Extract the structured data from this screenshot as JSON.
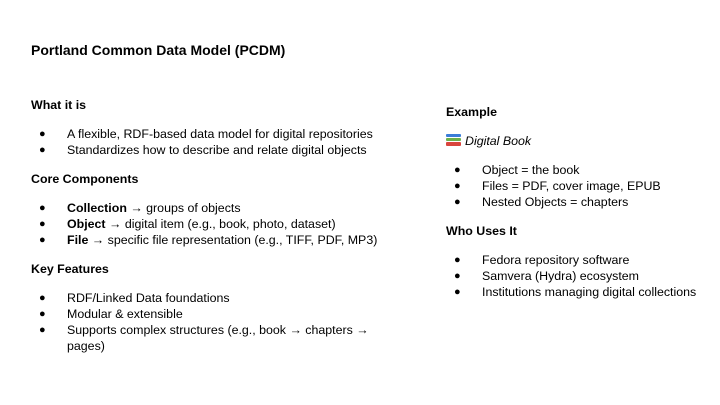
{
  "title": "Portland Common Data Model (PCDM)",
  "left": {
    "what": {
      "heading": "What it is",
      "items": [
        "A flexible, RDF-based data model for digital repositories",
        "Standardizes how to describe and relate digital objects"
      ]
    },
    "core": {
      "heading": "Core Components",
      "items": [
        {
          "term": "Collection",
          "desc": " → groups of objects"
        },
        {
          "term": "Object",
          "desc": " → digital item (e.g., book, photo, dataset)"
        },
        {
          "term": "File",
          "desc": " → specific file representation (e.g., TIFF, PDF, MP3)"
        }
      ]
    },
    "features": {
      "heading": "Key Features",
      "items": [
        "RDF/Linked Data foundations",
        "Modular & extensible",
        "Supports complex structures (e.g., book → chapters → pages)"
      ]
    }
  },
  "right": {
    "example": {
      "heading": "Example",
      "icon": "books-icon",
      "label": "Digital Book",
      "items": [
        "Object = the book",
        "Files = PDF, cover image, EPUB",
        "Nested Objects = chapters"
      ]
    },
    "who": {
      "heading": "Who Uses It",
      "items": [
        "Fedora repository software",
        "Samvera (Hydra) ecosystem",
        "Institutions managing digital collections"
      ]
    }
  },
  "bullet": "●"
}
